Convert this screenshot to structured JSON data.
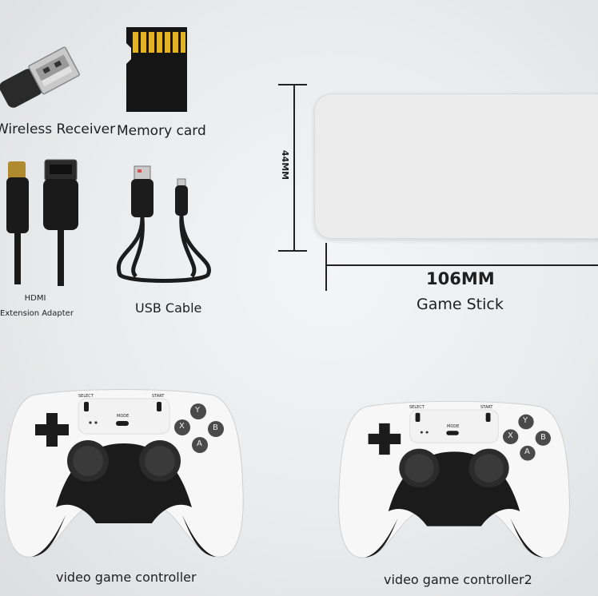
{
  "accessories": {
    "wireless_receiver": "Wireless Receiver",
    "memory_card": "Memory card",
    "hdmi_line1": "HDMI",
    "hdmi_line2": "Extension Adapter",
    "usb_cable": "USB Cable"
  },
  "game_stick": {
    "height_label": "44MM",
    "width_label": "106MM",
    "name": "Game Stick"
  },
  "controllers": [
    {
      "label": "video game controller",
      "select": "SELECT",
      "start": "START",
      "mode": "MODE",
      "buttons": [
        "Y",
        "X",
        "B",
        "A"
      ]
    },
    {
      "label": "video game controller2",
      "select": "SELECT",
      "start": "START",
      "mode": "MODE",
      "buttons": [
        "Y",
        "X",
        "B",
        "A"
      ]
    }
  ],
  "colors": {
    "stick_body": "#ececec",
    "controller_white": "#f7f7f7",
    "controller_black": "#1b1b1b"
  }
}
